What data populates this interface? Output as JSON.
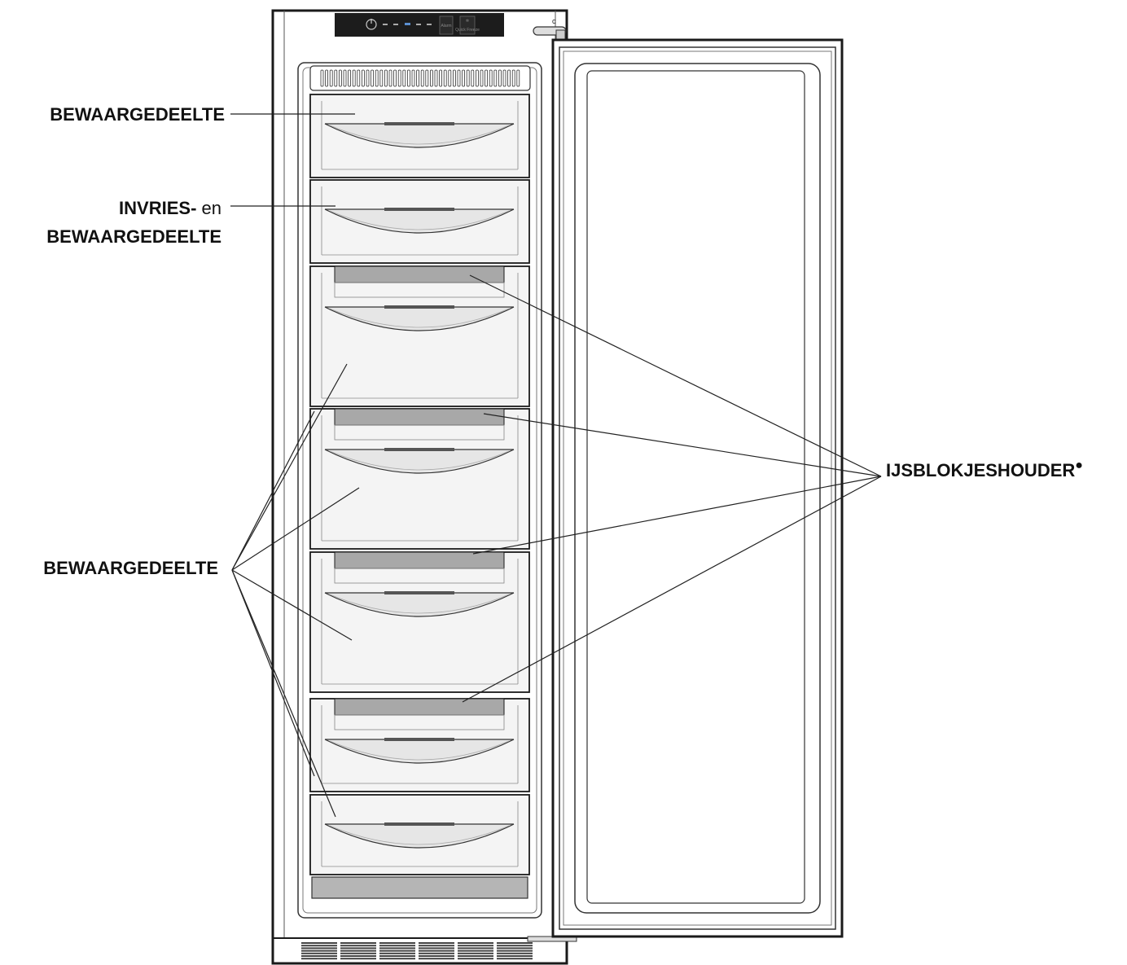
{
  "labels": {
    "top_storage": "BEWAARGEDEELTE",
    "freeze_bold": "INVRIES-",
    "freeze_and": " en",
    "freeze_second": "BEWAARGEDEELTE",
    "lower_storage": "BEWAARGEDEELTE",
    "ice_tray": "IJSBLOKJESHOUDER",
    "ice_tray_bullet": "●"
  },
  "control_panel": {
    "quick_freeze": "Quick Freeze",
    "alarm": "Alarm"
  },
  "drawers": [
    {
      "has_ice_tray": false
    },
    {
      "has_ice_tray": false
    },
    {
      "has_ice_tray": true
    },
    {
      "has_ice_tray": true
    },
    {
      "has_ice_tray": true
    },
    {
      "has_ice_tray": true
    },
    {
      "has_ice_tray": false
    }
  ],
  "colors": {
    "outline": "#1a1a1a",
    "drawer_fill": "#f4f4f4",
    "ice_tray_fill": "#a8a8a8",
    "panel_fill": "#1c1c1c",
    "leader_line": "#222222"
  }
}
